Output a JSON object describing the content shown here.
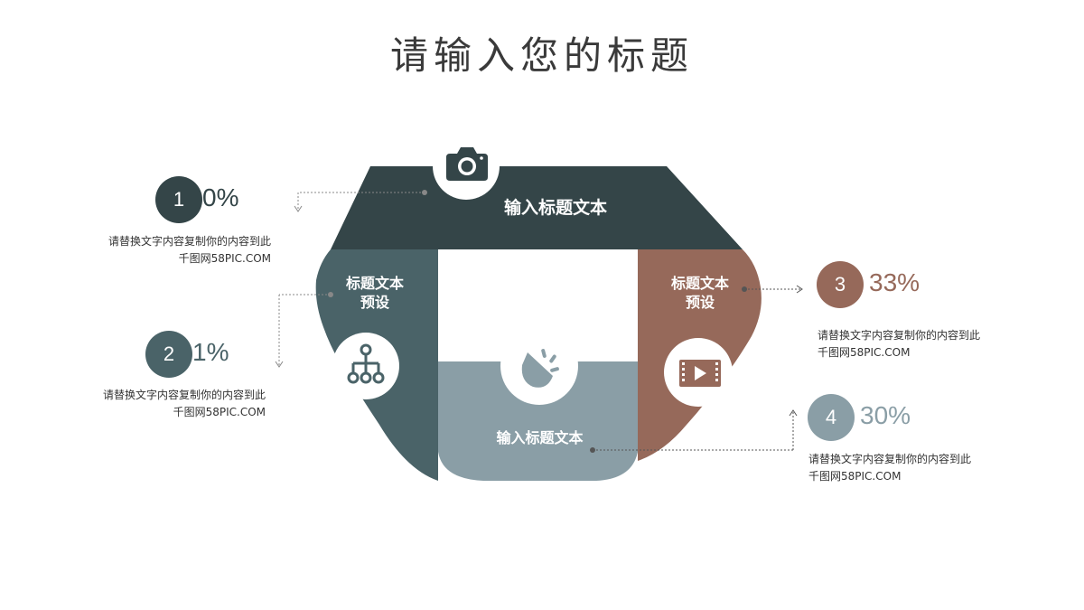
{
  "title": "请输入您的标题",
  "segments": {
    "top": {
      "label": "输入标题文本",
      "color": "#344548"
    },
    "left": {
      "label_line1": "标题文本",
      "label_line2": "预设",
      "color": "#4a6368"
    },
    "right": {
      "label_line1": "标题文本",
      "label_line2": "预设",
      "color": "#96695a"
    },
    "bottom": {
      "label": "输入标题文本",
      "color": "#8a9ea6"
    }
  },
  "icons": {
    "top": "camera-icon",
    "left": "hierarchy-icon",
    "center": "megaphone-icon",
    "right": "video-icon"
  },
  "stats": [
    {
      "number": "1",
      "percent": "0%",
      "color": "#344548",
      "desc_line1": "请替换文字内容复制你的内容到此",
      "desc_line2": "千图网58PIC.COM"
    },
    {
      "number": "2",
      "percent": "1%",
      "color": "#4a6368",
      "desc_line1": "请替换文字内容复制你的内容到此",
      "desc_line2": "千图网58PIC.COM"
    },
    {
      "number": "3",
      "percent": "33%",
      "color": "#96695a",
      "desc_line1": "请替换文字内容复制你的内容到此",
      "desc_line2": "千图网58PIC.COM"
    },
    {
      "number": "4",
      "percent": "30%",
      "color": "#8a9ea6",
      "desc_line1": "请替换文字内容复制你的内容到此",
      "desc_line2": "千图网58PIC.COM"
    }
  ]
}
